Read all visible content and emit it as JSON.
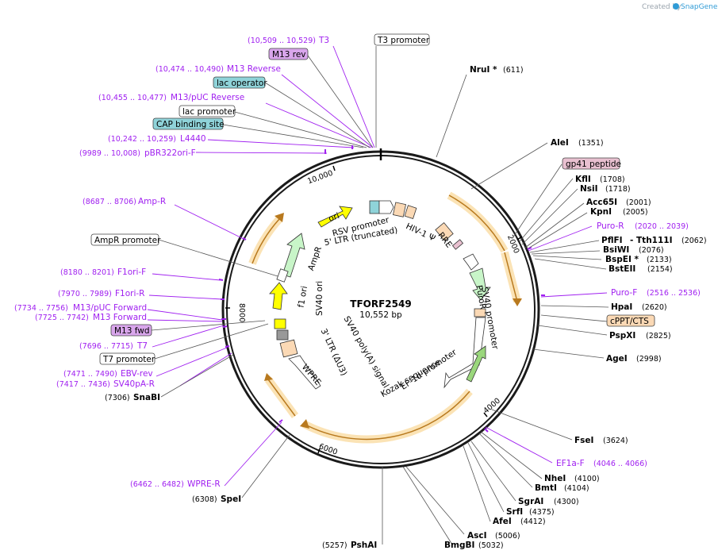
{
  "credit": {
    "created_by": "Created by",
    "brand": "SnapGene"
  },
  "map": {
    "name": "TFORF2549",
    "length": "10,552 bp",
    "ticks": [
      "2000",
      "4000",
      "6000",
      "8000",
      "10,000"
    ]
  },
  "colors": {
    "primer": "#a020f0",
    "enzyme": "#000000",
    "backbone": "#1a1a1a",
    "gene_orange": "#f5a623",
    "feature_green": "#c8f5c8",
    "ori_yellow": "#ffff00",
    "tag_purple": "#d9a6ec",
    "tag_blue": "#8fd3d9",
    "tag_peach": "#fbd9b5",
    "tag_pink": "#e8c0d0"
  },
  "primers_left": [
    {
      "pos": "(10,509 .. 10,529)",
      "name": "T3"
    },
    {
      "pos": "(10,474 .. 10,490)",
      "name": "M13 Reverse"
    },
    {
      "pos": "(10,455 .. 10,477)",
      "name": "M13/pUC Reverse"
    },
    {
      "pos": "(10,242 .. 10,259)",
      "name": "L4440"
    },
    {
      "pos": "(9989 .. 10,008)",
      "name": "pBR322ori-F"
    },
    {
      "pos": "(8687 .. 8706)",
      "name": "Amp-R"
    },
    {
      "pos": "(8180 .. 8201)",
      "name": "F1ori-F"
    },
    {
      "pos": "(7970 .. 7989)",
      "name": "F1ori-R"
    },
    {
      "pos": "(7734 .. 7756)",
      "name": "M13/pUC Forward"
    },
    {
      "pos": "(7725 .. 7742)",
      "name": "M13 Forward"
    },
    {
      "pos": "(7696 .. 7715)",
      "name": "T7"
    },
    {
      "pos": "(7471 .. 7490)",
      "name": "EBV-rev"
    },
    {
      "pos": "(7417 .. 7436)",
      "name": "SV40pA-R"
    },
    {
      "pos": "(6462 .. 6482)",
      "name": "WPRE-R"
    }
  ],
  "primers_right": [
    {
      "name": "Puro-R",
      "pos": "(2020 .. 2039)"
    },
    {
      "name": "Puro-F",
      "pos": "(2516 .. 2536)"
    },
    {
      "name": "EF1a-F",
      "pos": "(4046 .. 4066)"
    }
  ],
  "boxed_tags": [
    {
      "label": "T3 promoter"
    },
    {
      "label": "M13 rev"
    },
    {
      "label": "lac operator"
    },
    {
      "label": "lac promoter"
    },
    {
      "label": "CAP binding site"
    },
    {
      "label": "AmpR promoter"
    },
    {
      "label": "M13 fwd"
    },
    {
      "label": "T7 promoter"
    },
    {
      "label": "gp41 peptide"
    },
    {
      "label": "cPPT/CTS"
    }
  ],
  "enzymes_right": [
    {
      "name": "NruI *",
      "pos": "(611)"
    },
    {
      "name": "AleI",
      "pos": "(1351)"
    },
    {
      "name": "KflI",
      "pos": "(1708)"
    },
    {
      "name": "NsiI",
      "pos": "(1718)"
    },
    {
      "name": "Acc65I",
      "pos": "(2001)"
    },
    {
      "name": "KpnI",
      "pos": "(2005)"
    },
    {
      "name": "PflFI",
      "extra": "- Tth111I",
      "pos": "(2062)"
    },
    {
      "name": "BsiWI",
      "pos": "(2076)"
    },
    {
      "name": "BspEI *",
      "pos": "(2133)"
    },
    {
      "name": "BstEII",
      "pos": "(2154)"
    },
    {
      "name": "HpaI",
      "pos": "(2620)"
    },
    {
      "name": "PspXI",
      "pos": "(2825)"
    },
    {
      "name": "AgeI",
      "pos": "(2998)"
    },
    {
      "name": "FseI",
      "pos": "(3624)"
    },
    {
      "name": "NheI",
      "pos": "(4100)"
    },
    {
      "name": "BmtI",
      "pos": "(4104)"
    },
    {
      "name": "SgrAI",
      "pos": "(4300)"
    },
    {
      "name": "SrfI",
      "pos": "(4375)"
    },
    {
      "name": "AfeI",
      "pos": "(4412)"
    },
    {
      "name": "AscI",
      "pos": "(5006)"
    },
    {
      "name": "BmgBI",
      "pos": "(5032)"
    },
    {
      "name": "PshAI",
      "pos": "(5257)"
    },
    {
      "name": "SpeI",
      "pos": "(6308)"
    },
    {
      "name": "SnaBI",
      "pos": "(7306)"
    }
  ],
  "inner_features": [
    "ori",
    "RSV promoter",
    "5' LTR (truncated)",
    "HIV-1 Ψ",
    "RRE",
    "AmpR",
    "f1 ori",
    "SV40 ori",
    "SV40 poly(A) signal",
    "3' LTR (ΔU3)",
    "WPRE",
    "PuroR",
    "SV40 promoter",
    "EF-1α promoter",
    "Kozak sequence"
  ]
}
